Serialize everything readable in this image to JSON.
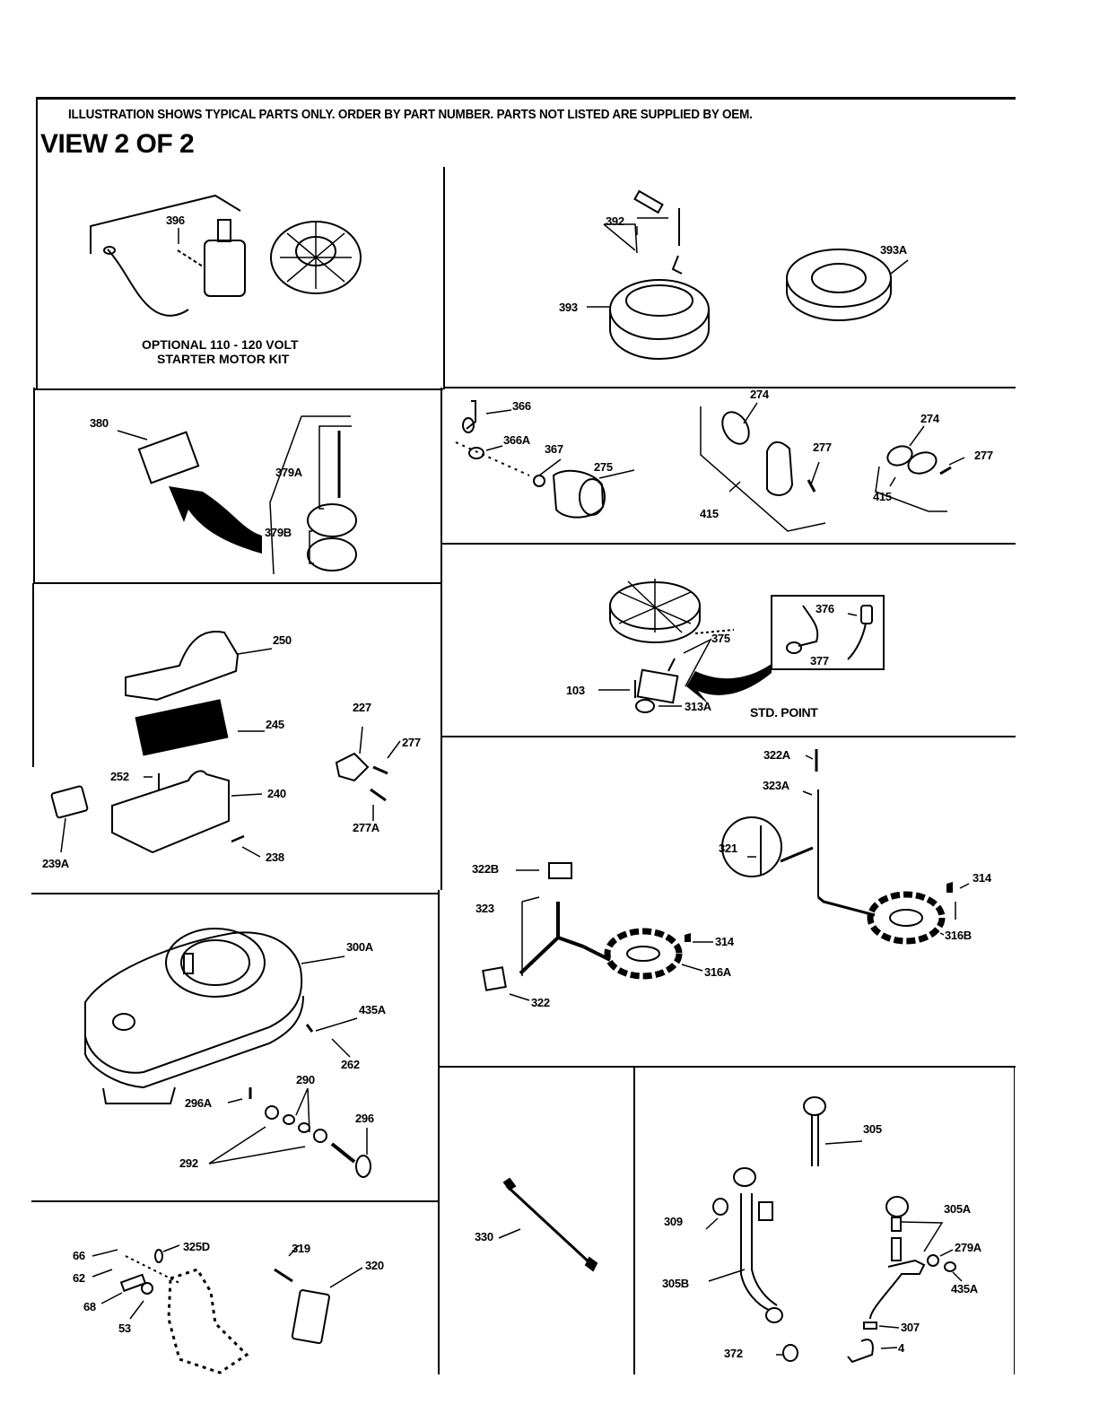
{
  "header": {
    "notice": "ILLUSTRATION SHOWS TYPICAL PARTS ONLY. ORDER BY PART NUMBER. PARTS NOT LISTED ARE SUPPLIED BY OEM.",
    "view_title": "VIEW 2 OF 2"
  },
  "panels": {
    "starter_motor": {
      "caption_line1": "OPTIONAL 110 - 120 VOLT",
      "caption_line2": "STARTER MOTOR KIT",
      "labels": [
        "396"
      ]
    },
    "flywheel_screens": {
      "labels": [
        "392",
        "393",
        "393A"
      ]
    },
    "carburetor": {
      "labels": [
        "380",
        "379A",
        "379B"
      ]
    },
    "fuel_fittings": {
      "labels": [
        "366",
        "366A",
        "367",
        "275",
        "274",
        "277",
        "415",
        "274",
        "277",
        "415"
      ]
    },
    "ignition_points": {
      "caption": "STD. POINT",
      "labels": [
        "103",
        "375",
        "376",
        "377",
        "313A"
      ]
    },
    "air_cleaner": {
      "labels": [
        "250",
        "245",
        "227",
        "277",
        "252",
        "240",
        "277A",
        "239A",
        "238"
      ]
    },
    "alternator": {
      "labels": [
        "322A",
        "323A",
        "321",
        "314",
        "322B",
        "323",
        "314",
        "316A",
        "316B",
        "322"
      ]
    },
    "blower_housing": {
      "labels": [
        "300A",
        "435A",
        "262",
        "290",
        "296A",
        "296",
        "292"
      ]
    },
    "control_bracket": {
      "labels": [
        "66",
        "325D",
        "319",
        "62",
        "320",
        "68",
        "53"
      ]
    },
    "dipstick_cable": {
      "labels": [
        "330"
      ]
    },
    "oil_fill_tubes": {
      "labels": [
        "305",
        "309",
        "305A",
        "279A",
        "435A",
        "305B",
        "307",
        "372",
        "4"
      ]
    }
  }
}
